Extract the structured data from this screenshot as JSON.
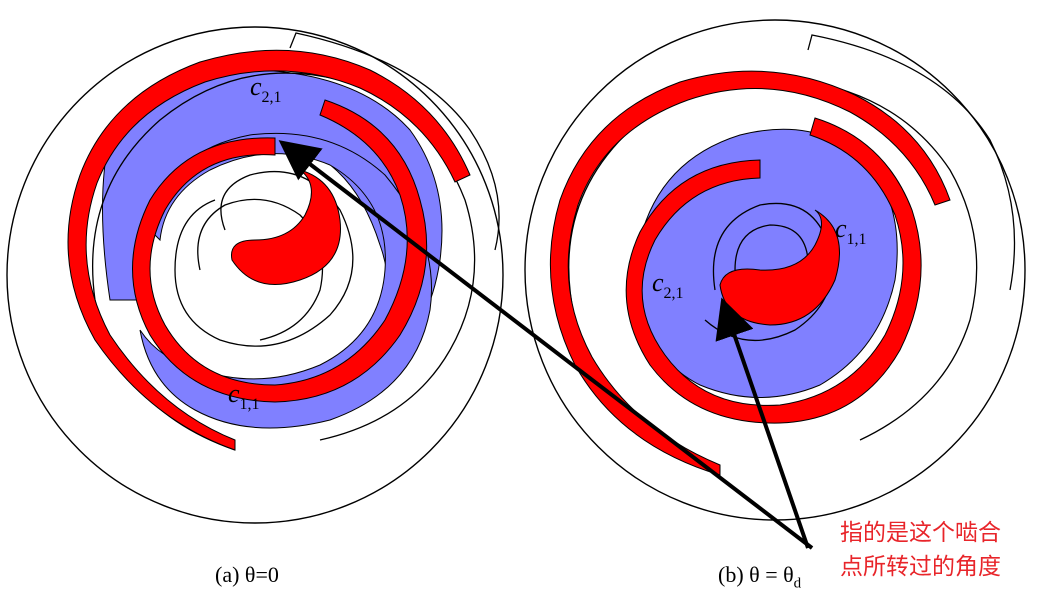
{
  "figure_a": {
    "label_c21": "c",
    "label_c21_sub": "2,1",
    "label_c11": "c",
    "label_c11_sub": "1,1",
    "caption": "(a) θ=0"
  },
  "figure_b": {
    "label_c11": "c",
    "label_c11_sub": "1,1",
    "label_c21": "c",
    "label_c21_sub": "2,1",
    "caption": "(b) θ = θ",
    "caption_sub": "d"
  },
  "annotation": {
    "line1": "指的是这个啮合",
    "line2": "点所转过的角度"
  },
  "colors": {
    "scroll_red": "#ff0000",
    "chamber_blue": "#8080ff",
    "annotation_red": "#e8252a"
  }
}
